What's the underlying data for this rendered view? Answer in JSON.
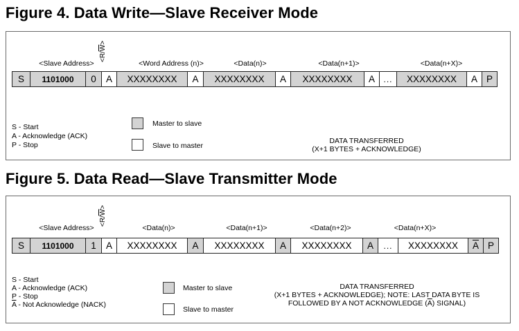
{
  "figure4": {
    "title": "Figure 4. Data Write—Slave Receiver Mode",
    "field_labels": [
      "<Slave Address>",
      "<Word Address (n)>",
      "<Data(n)>",
      "<Data(n+1)>",
      "<Data(n+X)>"
    ],
    "rw_label": "<R/W>",
    "cells": [
      "S",
      "1101000",
      "0",
      "A",
      "XXXXXXXX",
      "A",
      "XXXXXXXX",
      "A",
      "XXXXXXXX",
      "A",
      "...",
      "XXXXXXXX",
      "A",
      "P"
    ],
    "legend": [
      "S - Start",
      "A - Acknowledge (ACK)",
      "P - Stop"
    ],
    "master_to_slave": "Master to slave",
    "slave_to_master": "Slave to master",
    "transferred": [
      "DATA TRANSFERRED",
      "(X+1 BYTES + ACKNOWLEDGE)"
    ]
  },
  "figure5": {
    "title": "Figure 5. Data Read—Slave Transmitter Mode",
    "field_labels": [
      "<Slave Address>",
      "<Data(n)>",
      "<Data(n+1)>",
      "<Data(n+2)>",
      "<Data(n+X)>"
    ],
    "rw_label": "<R/W>",
    "cells": [
      "S",
      "1101000",
      "1",
      "A",
      "XXXXXXXX",
      "A",
      "XXXXXXXX",
      "A",
      "XXXXXXXX",
      "A",
      "...",
      "XXXXXXXX",
      "A",
      "P"
    ],
    "legend": [
      "S - Start",
      "A - Acknowledge (ACK)",
      "P - Stop",
      "A - Not Acknowledge (NACK)"
    ],
    "master_to_slave": "Master to slave",
    "slave_to_master": "Slave to master",
    "transferred": [
      "DATA TRANSFERRED",
      "(X+1 BYTES + ACKNOWLEDGE); NOTE: LAST DATA BYTE IS",
      "FOLLOWED BY A NOT ACKNOWLEDGE (A) SIGNAL)"
    ]
  },
  "colors": {
    "master_to_slave_fill": "#d3d3d3",
    "slave_to_master_fill": "#ffffff"
  }
}
